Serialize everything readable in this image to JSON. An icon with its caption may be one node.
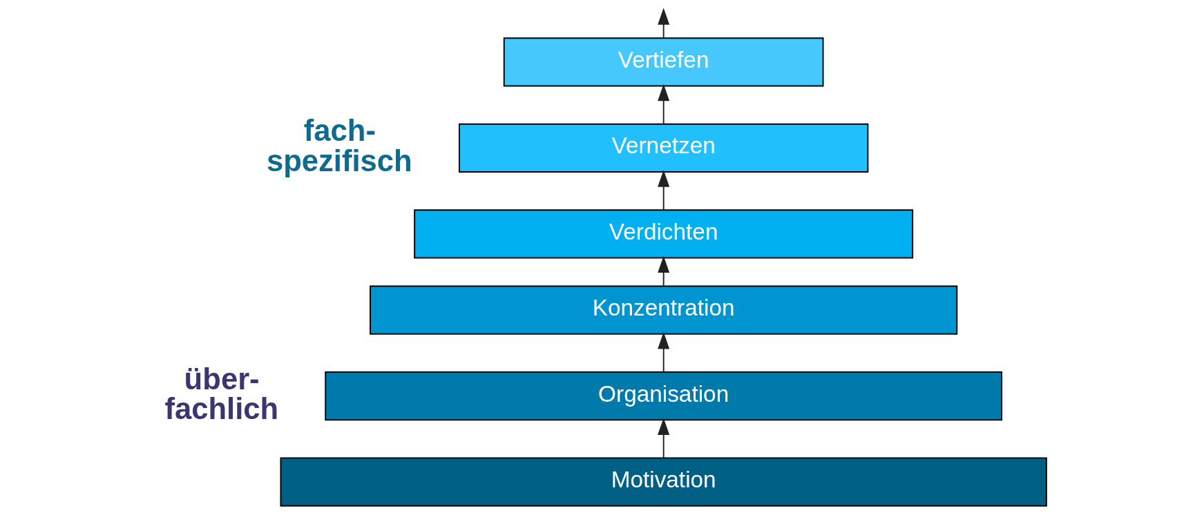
{
  "diagram": {
    "nodes": [
      {
        "text": [
          "Vertiefen"
        ]
      },
      {
        "text": [
          "Vernetzen"
        ]
      },
      {
        "text": [
          "Verdichten"
        ]
      },
      {
        "text": [
          "Konzentration"
        ]
      },
      {
        "text": [
          "Organisation"
        ]
      },
      {
        "text": [
          "Motivation"
        ]
      }
    ],
    "edges": [
      {
        "from": 5,
        "to": 4,
        "arrow": "to"
      },
      {
        "from": 4,
        "to": 3,
        "arrow": "to"
      },
      {
        "from": 3,
        "to": 2,
        "arrow": "to"
      },
      {
        "from": 2,
        "to": 1,
        "arrow": "to"
      },
      {
        "from": 1,
        "to": 0,
        "arrow": "to"
      },
      {
        "from": 0,
        "to": null,
        "arrow": "to"
      }
    ],
    "labels": [
      "fach- spezifisch",
      "über- fachlich"
    ]
  }
}
